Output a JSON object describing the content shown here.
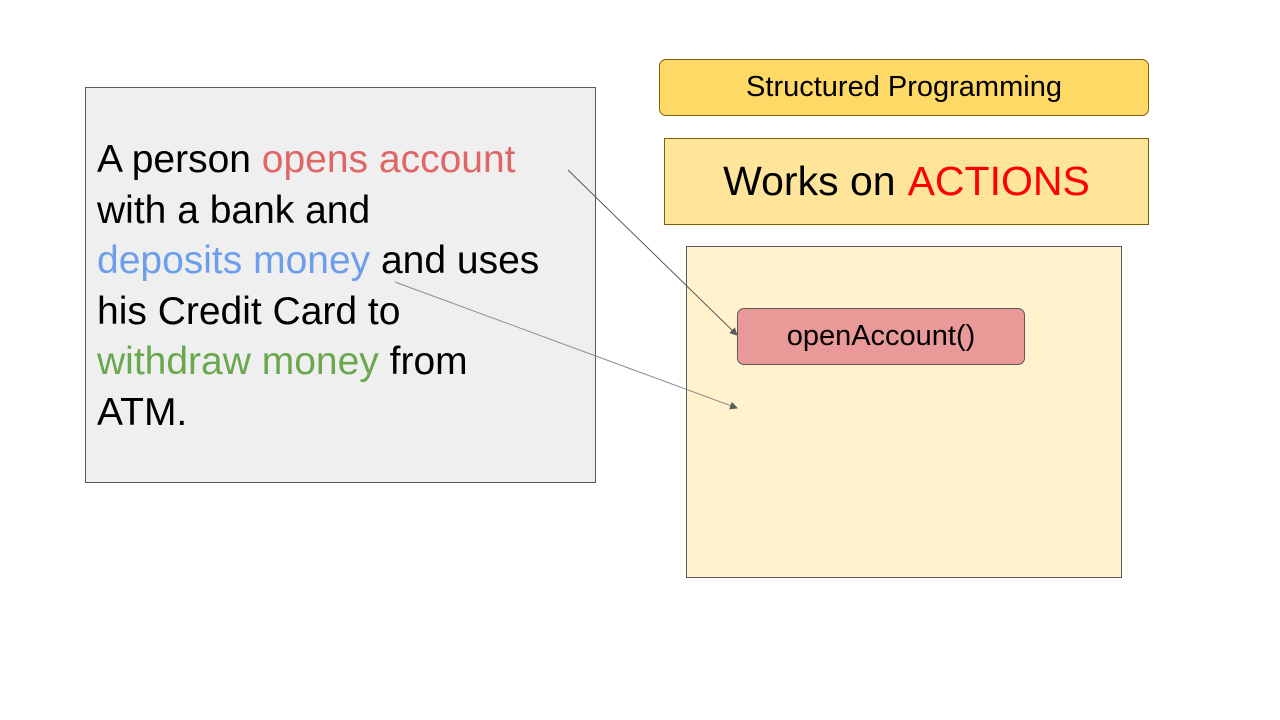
{
  "story": {
    "line1_before": "A person ",
    "line1_highlight": "opens account",
    "line2": "with a bank and",
    "line3_highlight": "deposits money",
    "line3_after": " and uses",
    "line4": "his Credit Card to",
    "line5_highlight": "withdraw money",
    "line5_after": " from",
    "line6": "ATM."
  },
  "title": "Structured Programming",
  "subtitle": {
    "prefix": "Works on",
    "accent": "ACTIONS"
  },
  "methods": [
    {
      "label": "openAccount()"
    }
  ],
  "colors": {
    "highlight_red": "#e06666",
    "highlight_blue": "#6d9eeb",
    "highlight_green": "#6aa84f",
    "title_fill": "#ffd966",
    "subtitle_fill": "#ffe599",
    "actions_fill": "#fff2cc",
    "method_fill": "#ea9999",
    "accent_red": "#ff0000"
  }
}
